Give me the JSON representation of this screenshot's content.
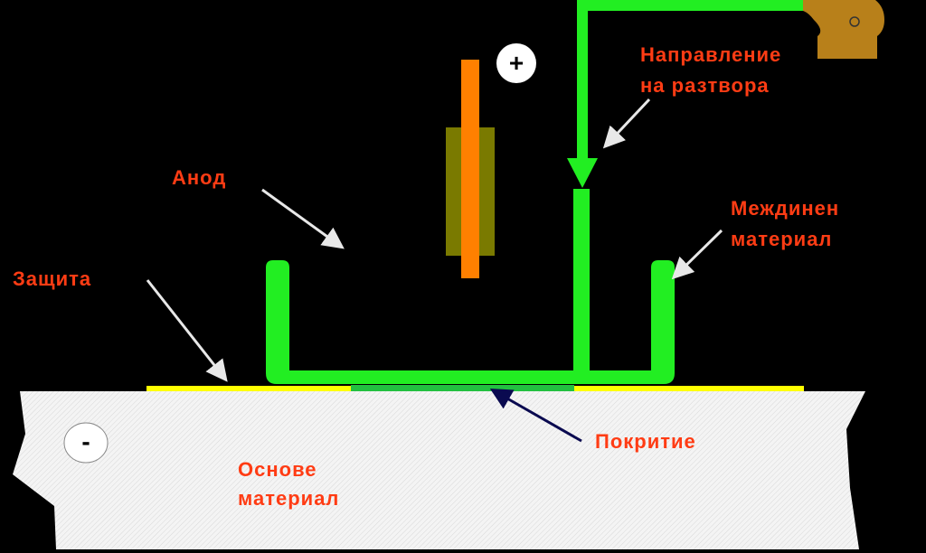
{
  "labels": {
    "anode": "Анод",
    "protection": "Защита",
    "flow_line1": "Направление",
    "flow_line2": "на разтвора",
    "intermediate_line1": "Междинен",
    "intermediate_line2": "материал",
    "coating": "Покритие",
    "base_line1": "Основе",
    "base_line2": "материал"
  },
  "signs": {
    "plus": "+",
    "minus": "-"
  },
  "colors": {
    "label": "#ff3c14",
    "tool": "#22ee22",
    "anode": "#ff8000",
    "anode_holder": "#7a7a00",
    "protection": "#ffff00",
    "pump": "#b8801a",
    "base": "#f2f2f2"
  }
}
